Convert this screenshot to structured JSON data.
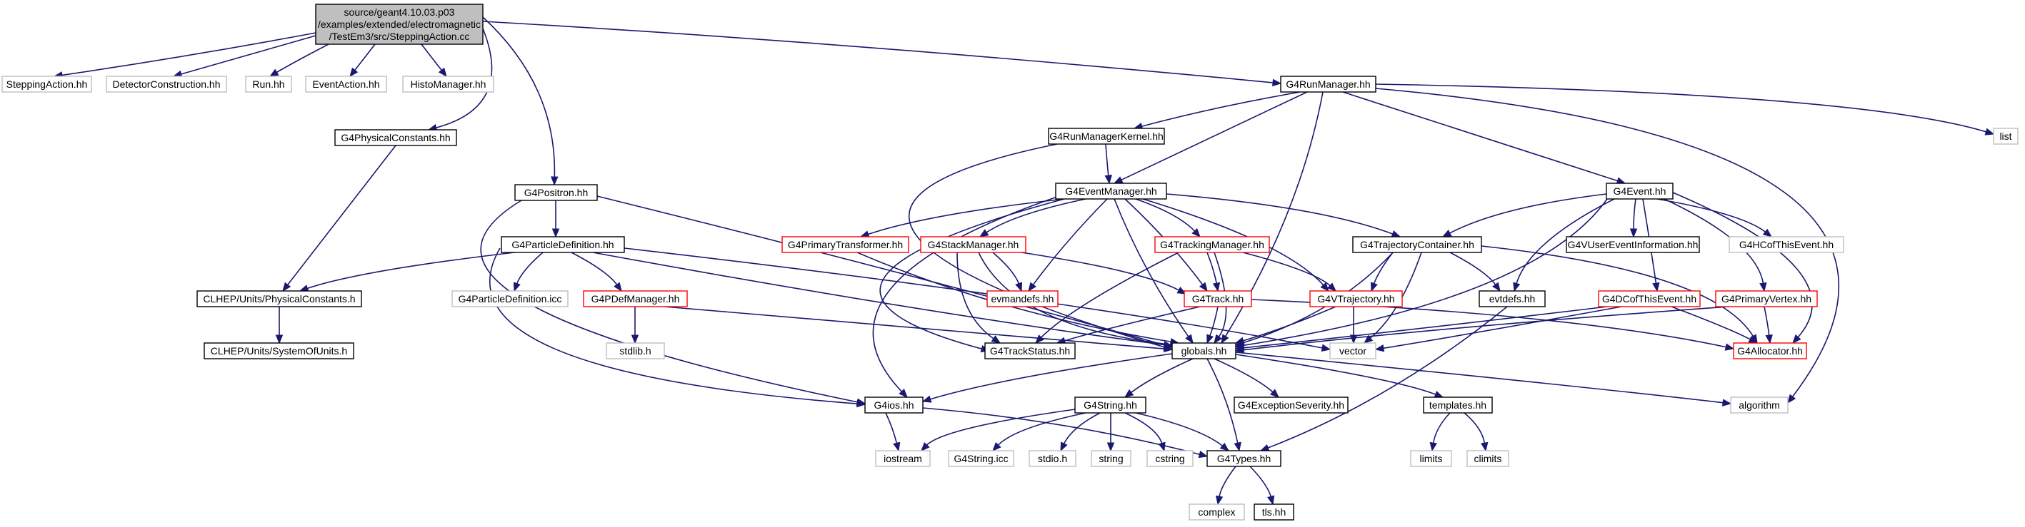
{
  "diagram": {
    "type": "include-dependency-graph",
    "edge_color": "#191970",
    "node_kinds": {
      "root": {
        "fill": "#bfbfbf",
        "border": "#000000"
      },
      "documented": {
        "fill": "#ffffff",
        "border": "#000000"
      },
      "external": {
        "fill": "#ffffff",
        "border": "#bfbfbf"
      },
      "incomplete": {
        "fill": "#ffffff",
        "border": "#ff0000"
      }
    },
    "nodes": [
      {
        "id": "root",
        "kind": "root",
        "lines": [
          "source/geant4.10.03.p03",
          "/examples/extended/electromagnetic",
          "/TestEm3/src/SteppingAction.cc"
        ]
      },
      {
        "id": "stepping",
        "kind": "external",
        "lines": [
          "SteppingAction.hh"
        ]
      },
      {
        "id": "detector",
        "kind": "external",
        "lines": [
          "DetectorConstruction.hh"
        ]
      },
      {
        "id": "run",
        "kind": "external",
        "lines": [
          "Run.hh"
        ]
      },
      {
        "id": "eventaction",
        "kind": "external",
        "lines": [
          "EventAction.hh"
        ]
      },
      {
        "id": "histo",
        "kind": "external",
        "lines": [
          "HistoManager.hh"
        ]
      },
      {
        "id": "physconst",
        "kind": "documented",
        "lines": [
          "G4PhysicalConstants.hh"
        ]
      },
      {
        "id": "positron",
        "kind": "documented",
        "lines": [
          "G4Positron.hh"
        ]
      },
      {
        "id": "runmanager",
        "kind": "documented",
        "lines": [
          "G4RunManager.hh"
        ]
      },
      {
        "id": "list",
        "kind": "external",
        "lines": [
          "list"
        ]
      },
      {
        "id": "rmkernel",
        "kind": "documented",
        "lines": [
          "G4RunManagerKernel.hh"
        ]
      },
      {
        "id": "eventmanager",
        "kind": "documented",
        "lines": [
          "G4EventManager.hh"
        ]
      },
      {
        "id": "event",
        "kind": "documented",
        "lines": [
          "G4Event.hh"
        ]
      },
      {
        "id": "partdef",
        "kind": "documented",
        "lines": [
          "G4ParticleDefinition.hh"
        ]
      },
      {
        "id": "primtrans",
        "kind": "incomplete",
        "lines": [
          "G4PrimaryTransformer.hh"
        ]
      },
      {
        "id": "stackman",
        "kind": "incomplete",
        "lines": [
          "G4StackManager.hh"
        ]
      },
      {
        "id": "trackman",
        "kind": "incomplete",
        "lines": [
          "G4TrackingManager.hh"
        ]
      },
      {
        "id": "trajcont",
        "kind": "documented",
        "lines": [
          "G4TrajectoryContainer.hh"
        ]
      },
      {
        "id": "vuserevinfo",
        "kind": "documented",
        "lines": [
          "G4VUserEventInformation.hh"
        ]
      },
      {
        "id": "hcofthis",
        "kind": "external",
        "lines": [
          "G4HCofThisEvent.hh"
        ]
      },
      {
        "id": "clhepphys",
        "kind": "documented",
        "lines": [
          "CLHEP/Units/PhysicalConstants.h"
        ]
      },
      {
        "id": "partdeficc",
        "kind": "external",
        "lines": [
          "G4ParticleDefinition.icc"
        ]
      },
      {
        "id": "pdefman",
        "kind": "incomplete",
        "lines": [
          "G4PDefManager.hh"
        ]
      },
      {
        "id": "evmandefs",
        "kind": "incomplete",
        "lines": [
          "evmandefs.hh"
        ]
      },
      {
        "id": "track",
        "kind": "incomplete",
        "lines": [
          "G4Track.hh"
        ]
      },
      {
        "id": "vtraj",
        "kind": "incomplete",
        "lines": [
          "G4VTrajectory.hh"
        ]
      },
      {
        "id": "evtdefs",
        "kind": "documented",
        "lines": [
          "evtdefs.hh"
        ]
      },
      {
        "id": "dcofthis",
        "kind": "incomplete",
        "lines": [
          "G4DCofThisEvent.hh"
        ]
      },
      {
        "id": "primvertex",
        "kind": "incomplete",
        "lines": [
          "G4PrimaryVertex.hh"
        ]
      },
      {
        "id": "clhepunits",
        "kind": "documented",
        "lines": [
          "CLHEP/Units/SystemOfUnits.h"
        ]
      },
      {
        "id": "stdlib",
        "kind": "external",
        "lines": [
          "stdlib.h"
        ]
      },
      {
        "id": "trackstatus",
        "kind": "documented",
        "lines": [
          "G4TrackStatus.hh"
        ]
      },
      {
        "id": "globals",
        "kind": "documented",
        "lines": [
          "globals.hh"
        ]
      },
      {
        "id": "vector",
        "kind": "external",
        "lines": [
          "vector"
        ]
      },
      {
        "id": "allocator",
        "kind": "incomplete",
        "lines": [
          "G4Allocator.hh"
        ]
      },
      {
        "id": "ios",
        "kind": "documented",
        "lines": [
          "G4ios.hh"
        ]
      },
      {
        "id": "g4string",
        "kind": "documented",
        "lines": [
          "G4String.hh"
        ]
      },
      {
        "id": "exception",
        "kind": "documented",
        "lines": [
          "G4ExceptionSeverity.hh"
        ]
      },
      {
        "id": "templates",
        "kind": "documented",
        "lines": [
          "templates.hh"
        ]
      },
      {
        "id": "algorithm",
        "kind": "external",
        "lines": [
          "algorithm"
        ]
      },
      {
        "id": "iostream",
        "kind": "external",
        "lines": [
          "iostream"
        ]
      },
      {
        "id": "stringicc",
        "kind": "external",
        "lines": [
          "G4String.icc"
        ]
      },
      {
        "id": "stdio",
        "kind": "external",
        "lines": [
          "stdio.h"
        ]
      },
      {
        "id": "string",
        "kind": "external",
        "lines": [
          "string"
        ]
      },
      {
        "id": "cstring",
        "kind": "external",
        "lines": [
          "cstring"
        ]
      },
      {
        "id": "types",
        "kind": "documented",
        "lines": [
          "G4Types.hh"
        ]
      },
      {
        "id": "limits",
        "kind": "external",
        "lines": [
          "limits"
        ]
      },
      {
        "id": "climits",
        "kind": "external",
        "lines": [
          "climits"
        ]
      },
      {
        "id": "complex",
        "kind": "external",
        "lines": [
          "complex"
        ]
      },
      {
        "id": "tls",
        "kind": "documented",
        "lines": [
          "tls.hh"
        ]
      }
    ],
    "edges": [
      [
        "root",
        "stepping"
      ],
      [
        "root",
        "detector"
      ],
      [
        "root",
        "run"
      ],
      [
        "root",
        "eventaction"
      ],
      [
        "root",
        "histo"
      ],
      [
        "root",
        "physconst"
      ],
      [
        "root",
        "positron"
      ],
      [
        "root",
        "runmanager"
      ],
      [
        "physconst",
        "clhepphys"
      ],
      [
        "positron",
        "partdef"
      ],
      [
        "positron",
        "globals"
      ],
      [
        "positron",
        "ios"
      ],
      [
        "runmanager",
        "rmkernel"
      ],
      [
        "runmanager",
        "eventmanager"
      ],
      [
        "runmanager",
        "event"
      ],
      [
        "runmanager",
        "list"
      ],
      [
        "runmanager",
        "globals"
      ],
      [
        "runmanager",
        "algorithm"
      ],
      [
        "rmkernel",
        "eventmanager"
      ],
      [
        "rmkernel",
        "globals"
      ],
      [
        "eventmanager",
        "primtrans"
      ],
      [
        "eventmanager",
        "stackman"
      ],
      [
        "eventmanager",
        "trackman"
      ],
      [
        "eventmanager",
        "trajcont"
      ],
      [
        "eventmanager",
        "evmandefs"
      ],
      [
        "eventmanager",
        "track"
      ],
      [
        "eventmanager",
        "vtraj"
      ],
      [
        "eventmanager",
        "trackstatus"
      ],
      [
        "eventmanager",
        "globals"
      ],
      [
        "eventmanager",
        "ios"
      ],
      [
        "event",
        "vuserevinfo"
      ],
      [
        "event",
        "hcofthis"
      ],
      [
        "event",
        "trajcont"
      ],
      [
        "event",
        "evtdefs"
      ],
      [
        "event",
        "dcofthis"
      ],
      [
        "event",
        "primvertex"
      ],
      [
        "event",
        "allocator"
      ],
      [
        "event",
        "globals"
      ],
      [
        "partdef",
        "clhepphys"
      ],
      [
        "partdef",
        "partdeficc"
      ],
      [
        "partdef",
        "pdefman"
      ],
      [
        "partdef",
        "globals"
      ],
      [
        "partdef",
        "vector"
      ],
      [
        "partdef",
        "ios"
      ],
      [
        "clhepphys",
        "clhepunits"
      ],
      [
        "pdefman",
        "stdlib"
      ],
      [
        "pdefman",
        "globals"
      ],
      [
        "primtrans",
        "globals"
      ],
      [
        "stackman",
        "evmandefs"
      ],
      [
        "stackman",
        "track"
      ],
      [
        "stackman",
        "trackstatus"
      ],
      [
        "stackman",
        "globals"
      ],
      [
        "trackman",
        "track"
      ],
      [
        "trackman",
        "vtraj"
      ],
      [
        "trackman",
        "trackstatus"
      ],
      [
        "trackman",
        "globals"
      ],
      [
        "trajcont",
        "vtraj"
      ],
      [
        "trajcont",
        "evtdefs"
      ],
      [
        "trajcont",
        "allocator"
      ],
      [
        "trajcont",
        "globals"
      ],
      [
        "trajcont",
        "vector"
      ],
      [
        "track",
        "trackstatus"
      ],
      [
        "track",
        "globals"
      ],
      [
        "track",
        "allocator"
      ],
      [
        "vtraj",
        "globals"
      ],
      [
        "vtraj",
        "vector"
      ],
      [
        "evtdefs",
        "types"
      ],
      [
        "dcofthis",
        "globals"
      ],
      [
        "dcofthis",
        "vector"
      ],
      [
        "dcofthis",
        "allocator"
      ],
      [
        "primvertex",
        "globals"
      ],
      [
        "primvertex",
        "allocator"
      ],
      [
        "globals",
        "ios"
      ],
      [
        "globals",
        "g4string"
      ],
      [
        "globals",
        "exception"
      ],
      [
        "globals",
        "templates"
      ],
      [
        "globals",
        "types"
      ],
      [
        "globals",
        "algorithm"
      ],
      [
        "ios",
        "iostream"
      ],
      [
        "ios",
        "types"
      ],
      [
        "g4string",
        "stringicc"
      ],
      [
        "g4string",
        "stdio"
      ],
      [
        "g4string",
        "string"
      ],
      [
        "g4string",
        "cstring"
      ],
      [
        "g4string",
        "types"
      ],
      [
        "g4string",
        "iostream"
      ],
      [
        "templates",
        "limits"
      ],
      [
        "templates",
        "climits"
      ],
      [
        "types",
        "complex"
      ],
      [
        "types",
        "tls"
      ]
    ]
  }
}
